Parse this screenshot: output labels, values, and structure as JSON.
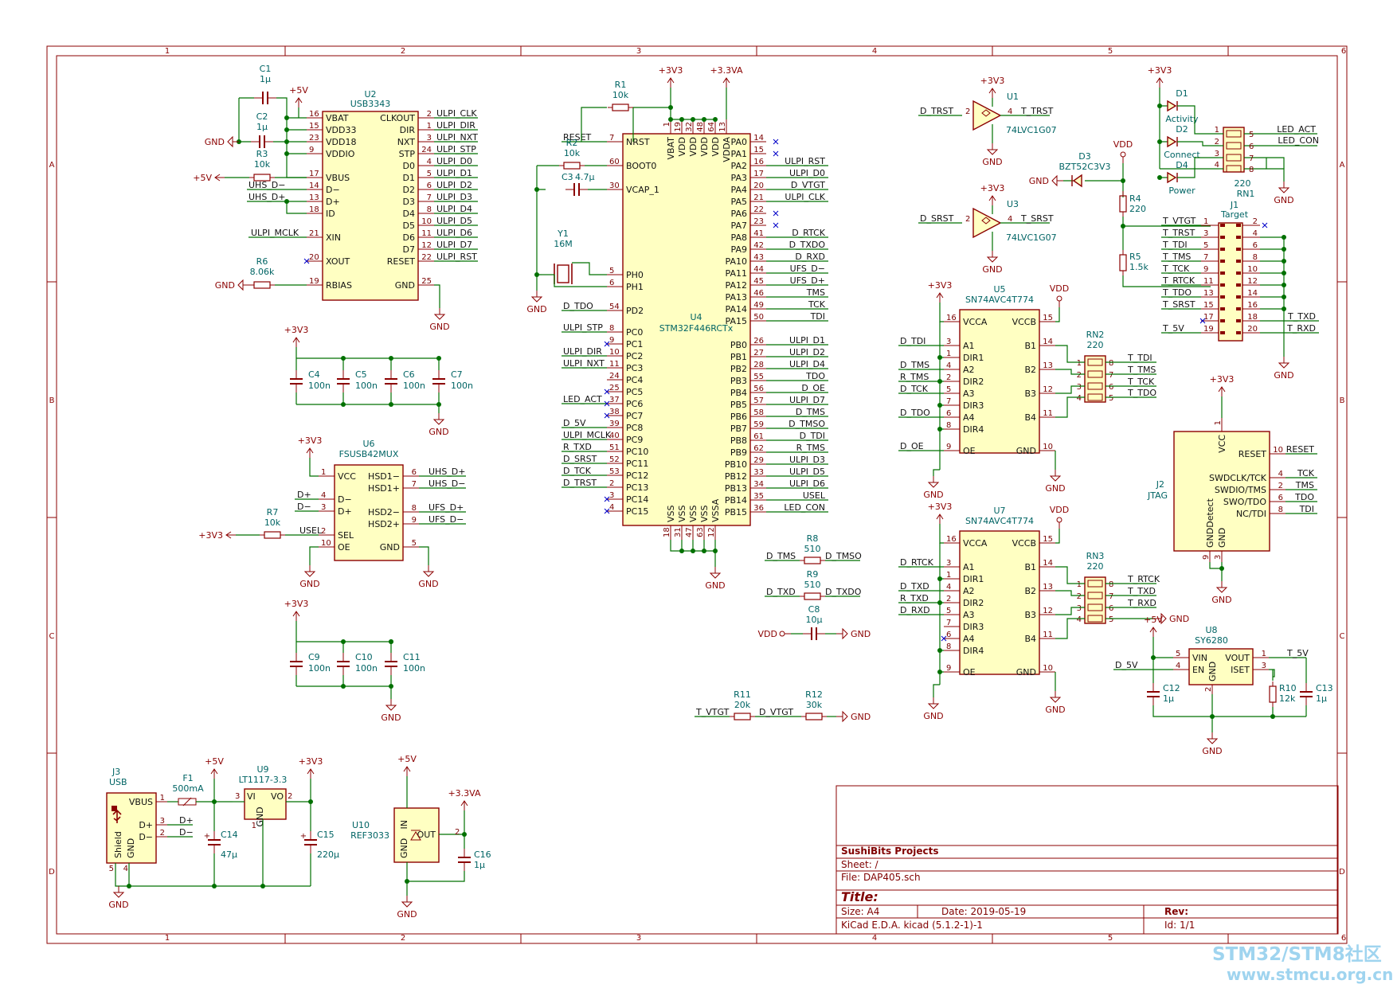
{
  "frame": {
    "cols": [
      "1",
      "2",
      "3",
      "4",
      "5",
      "6"
    ],
    "rows": [
      "A",
      "B",
      "C",
      "D"
    ]
  },
  "title_block": {
    "company": "SushiBits Projects",
    "sheet": "Sheet: /",
    "file": "File: DAP405.sch",
    "title": "Title:",
    "size": "Size: A4",
    "date": "Date: 2019-05-19",
    "tool": "KiCad E.D.A.  kicad (5.1.2-1)-1",
    "rev": "Rev:",
    "id": "Id: 1/1"
  },
  "watermark": {
    "line1": "STM32/STM8社区",
    "line2": "www.stmcu.org.cn"
  },
  "u2": {
    "ref": "U2",
    "value": "USB3343",
    "left_pins": [
      [
        "16",
        "VBAT"
      ],
      [
        "15",
        "VDD33"
      ],
      [
        "23",
        "VDD18"
      ],
      [
        "9",
        "VDDIO"
      ],
      [
        "17",
        "VBUS"
      ],
      [
        "14",
        "D−"
      ],
      [
        "13",
        "D+"
      ],
      [
        "18",
        "ID"
      ],
      [
        "21",
        "XIN"
      ],
      [
        "20",
        "XOUT"
      ],
      [
        "19",
        "RBIAS"
      ]
    ],
    "right_pins": [
      [
        "2",
        "CLKOUT"
      ],
      [
        "1",
        "DIR"
      ],
      [
        "3",
        "NXT"
      ],
      [
        "24",
        "STP"
      ],
      [
        "4",
        "D0"
      ],
      [
        "5",
        "D1"
      ],
      [
        "6",
        "D2"
      ],
      [
        "7",
        "D3"
      ],
      [
        "8",
        "D4"
      ],
      [
        "10",
        "D5"
      ],
      [
        "11",
        "D6"
      ],
      [
        "12",
        "D7"
      ],
      [
        "22",
        "RESET"
      ],
      [
        "25",
        "GND"
      ]
    ],
    "right_nets": [
      "ULPI_CLK",
      "ULPI_DIR",
      "ULPI_NXT",
      "ULPI_STP",
      "ULPI_D0",
      "ULPI_D1",
      "ULPI_D2",
      "ULPI_D3",
      "ULPI_D4",
      "ULPI_D5",
      "ULPI_D6",
      "ULPI_D7",
      "ULPI_RST"
    ],
    "left_nets": [
      "UHS_D−",
      "UHS_D+",
      "ULPI_MCLK"
    ]
  },
  "passives_top_left": {
    "c1": [
      "C1",
      "1µ"
    ],
    "c2": [
      "C2",
      "1µ"
    ],
    "r3": [
      "R3",
      "10k"
    ],
    "r6": [
      "R6",
      "8.06k"
    ]
  },
  "u4": {
    "ref": "U4",
    "value": "STM32F446RCTx",
    "top_pins": [
      [
        "1",
        "VBAT"
      ],
      [
        "19",
        "VDD"
      ],
      [
        "32",
        "VDD"
      ],
      [
        "48",
        "VDD"
      ],
      [
        "64",
        "VDD"
      ],
      [
        "13",
        "VDDA"
      ]
    ],
    "bottom_pins": [
      [
        "18",
        "VSS"
      ],
      [
        "31",
        "VSS"
      ],
      [
        "47",
        "VSS"
      ],
      [
        "63",
        "VSS"
      ],
      [
        "12",
        "VSSA"
      ]
    ],
    "left_pins": [
      [
        "7",
        "NRST"
      ],
      [
        "60",
        "BOOT0"
      ],
      [
        "30",
        "VCAP_1"
      ],
      [
        "5",
        "PH0"
      ],
      [
        "6",
        "PH1"
      ],
      [
        "54",
        "PD2"
      ],
      [
        "8",
        "PC0"
      ],
      [
        "9",
        "PC1"
      ],
      [
        "10",
        "PC2"
      ],
      [
        "11",
        "PC3"
      ],
      [
        "24",
        "PC4"
      ],
      [
        "25",
        "PC5"
      ],
      [
        "37",
        "PC6"
      ],
      [
        "38",
        "PC7"
      ],
      [
        "39",
        "PC8"
      ],
      [
        "40",
        "PC9"
      ],
      [
        "51",
        "PC10"
      ],
      [
        "52",
        "PC11"
      ],
      [
        "53",
        "PC12"
      ],
      [
        "2",
        "PC13"
      ],
      [
        "3",
        "PC14"
      ],
      [
        "4",
        "PC15"
      ]
    ],
    "right_pins": [
      [
        "14",
        "PA0"
      ],
      [
        "15",
        "PA1"
      ],
      [
        "16",
        "PA2"
      ],
      [
        "17",
        "PA3"
      ],
      [
        "20",
        "PA4"
      ],
      [
        "21",
        "PA5"
      ],
      [
        "22",
        "PA6"
      ],
      [
        "23",
        "PA7"
      ],
      [
        "41",
        "PA8"
      ],
      [
        "42",
        "PA9"
      ],
      [
        "43",
        "PA10"
      ],
      [
        "44",
        "PA11"
      ],
      [
        "45",
        "PA12"
      ],
      [
        "46",
        "PA13"
      ],
      [
        "49",
        "PA14"
      ],
      [
        "50",
        "PA15"
      ],
      [
        "26",
        "PB0"
      ],
      [
        "27",
        "PB1"
      ],
      [
        "28",
        "PB2"
      ],
      [
        "55",
        "PB3"
      ],
      [
        "56",
        "PB4"
      ],
      [
        "57",
        "PB5"
      ],
      [
        "58",
        "PB6"
      ],
      [
        "59",
        "PB7"
      ],
      [
        "61",
        "PB8"
      ],
      [
        "62",
        "PB9"
      ],
      [
        "29",
        "PB10"
      ],
      [
        "33",
        "PB12"
      ],
      [
        "34",
        "PB13"
      ],
      [
        "35",
        "PB14"
      ],
      [
        "36",
        "PB15"
      ]
    ],
    "right_nets": [
      "",
      "",
      "ULPI_RST",
      "ULPI_D0",
      "D_VTGT",
      "ULPI_CLK",
      "",
      "",
      "D_RTCK",
      "D_TXDO",
      "D_RXD",
      "UFS_D−",
      "UFS_D+",
      "TMS",
      "TCK",
      "TDI",
      "ULPI_D1",
      "ULPI_D2",
      "ULPI_D4",
      "TDO",
      "D_OE",
      "ULPI_D7",
      "D_TMS",
      "D_TMSO",
      "D_TDI",
      "R_TMS",
      "ULPI_D3",
      "ULPI_D5",
      "ULPI_D6",
      "USEL",
      "LED_CON"
    ],
    "left_nets": [
      "RESET",
      "",
      "",
      "",
      "",
      "D_TDO",
      "ULPI_STP",
      "",
      "ULPI_DIR",
      "ULPI_NXT",
      "",
      "",
      "LED_ACT",
      "",
      "D_5V",
      "ULPI_MCLK",
      "R_TXD",
      "D_SRST",
      "D_TCK",
      "D_TRST",
      "",
      ""
    ]
  },
  "passives_mcu": {
    "r1": [
      "R1",
      "10k"
    ],
    "r2": [
      "R2",
      "10k"
    ],
    "c3": [
      "C3",
      "4.7µ"
    ],
    "y1": [
      "Y1",
      "16M"
    ],
    "r8": [
      "R8",
      "510"
    ],
    "r9": [
      "R9",
      "510"
    ],
    "c8": [
      "C8",
      "10µ"
    ],
    "r11": [
      "R11",
      "20k"
    ],
    "r12": [
      "R12",
      "30k"
    ]
  },
  "nets_misc": {
    "r8_l": "D_TMS",
    "r8_r": "D_TMSO",
    "r9_l": "D_TXD",
    "r9_r": "D_TXDO",
    "vdd": "VDD",
    "gnd": "GND",
    "r11_l": "T_VTGT",
    "r11_r": "D_VTGT"
  },
  "decoupling1": [
    [
      "C4",
      "100n"
    ],
    [
      "C5",
      "100n"
    ],
    [
      "C6",
      "100n"
    ],
    [
      "C7",
      "100n"
    ]
  ],
  "decoupling2": [
    [
      "C9",
      "100n"
    ],
    [
      "C10",
      "100n"
    ],
    [
      "C11",
      "100n"
    ]
  ],
  "u6": {
    "ref": "U6",
    "value": "FSUSB42MUX",
    "left_pins": [
      [
        "1",
        "VCC"
      ],
      [
        "4",
        "D−"
      ],
      [
        "3",
        "D+"
      ],
      [
        "2",
        "SEL"
      ],
      [
        "10",
        "OE"
      ]
    ],
    "right_pins": [
      [
        "6",
        "HSD1−"
      ],
      [
        "7",
        "HSD1+"
      ],
      [
        "8",
        "HSD2−"
      ],
      [
        "9",
        "HSD2+"
      ],
      [
        "5",
        "GND"
      ]
    ],
    "nets": [
      "UHS_D+",
      "UHS_D−",
      "UFS_D+",
      "UFS_D−",
      "D+",
      "D−",
      "USEL"
    ],
    "r7": [
      "R7",
      "10k"
    ]
  },
  "power": {
    "p5v": "+5V",
    "p3v3": "+3V3",
    "p3v3a": "+3.3VA",
    "gnd": "GND",
    "vdd": "VDD"
  },
  "power_section": {
    "j3": [
      "J3",
      "USB"
    ],
    "j3_pins": [
      "VBUS",
      "D+",
      "D−",
      "Shield",
      "GND"
    ],
    "f1": [
      "F1",
      "500mA"
    ],
    "u9": [
      "U9",
      "LT1117-3.3"
    ],
    "u9_pins": [
      "VI",
      "VO",
      "GND"
    ],
    "c14": [
      "C14",
      "47µ"
    ],
    "c15": [
      "C15",
      "220µ"
    ],
    "u10": [
      "U10",
      "REF3033"
    ],
    "u10_pins": [
      "IN",
      "OUT",
      "GND"
    ],
    "c16": [
      "C16",
      "1µ"
    ]
  },
  "buffers": {
    "u1": [
      "U1",
      "74LVC1G07"
    ],
    "u3": [
      "U3",
      "74LVC1G07"
    ],
    "u1_in": "D_TRST",
    "u1_out": "T_TRST",
    "u3_in": "D_SRST",
    "u3_out": "T_SRST"
  },
  "u5": {
    "ref": "U5",
    "value": "SN74AVC4T774",
    "left_pins": [
      [
        "16",
        "VCCA"
      ],
      [
        "3",
        "A1"
      ],
      [
        "1",
        "DIR1"
      ],
      [
        "4",
        "A2"
      ],
      [
        "2",
        "DIR2"
      ],
      [
        "5",
        "A3"
      ],
      [
        "7",
        "DIR3"
      ],
      [
        "6",
        "A4"
      ],
      [
        "8",
        "DIR4"
      ],
      [
        "9",
        "OE"
      ]
    ],
    "right_pins": [
      [
        "15",
        "VCCB"
      ],
      [
        "14",
        "B1"
      ],
      [
        "13",
        "B2"
      ],
      [
        "12",
        "B3"
      ],
      [
        "11",
        "B4"
      ],
      [
        "10",
        "GND"
      ]
    ],
    "nets": [
      "D_TDI",
      "D_TMS",
      "R_TMS",
      "D_TCK",
      "D_TDO",
      "D_OE"
    ]
  },
  "u7": {
    "ref": "U7",
    "value": "SN74AVC4T774",
    "left_pins": [
      [
        "16",
        "VCCA"
      ],
      [
        "3",
        "A1"
      ],
      [
        "1",
        "DIR1"
      ],
      [
        "4",
        "A2"
      ],
      [
        "2",
        "DIR2"
      ],
      [
        "5",
        "A3"
      ],
      [
        "7",
        "DIR3"
      ],
      [
        "6",
        "A4"
      ],
      [
        "8",
        "DIR4"
      ],
      [
        "9",
        "OE"
      ]
    ],
    "right_pins": [
      [
        "15",
        "VCCB"
      ],
      [
        "14",
        "B1"
      ],
      [
        "13",
        "B2"
      ],
      [
        "12",
        "B3"
      ],
      [
        "11",
        "B4"
      ],
      [
        "10",
        "GND"
      ]
    ],
    "nets": [
      "D_RTCK",
      "D_TXD",
      "R_TXD",
      "D_RXD"
    ]
  },
  "rn2": {
    "ref": "RN2",
    "value": "220",
    "nets": [
      "T_TDI",
      "T_TMS",
      "T_TCK",
      "T_TDO"
    ]
  },
  "rn3": {
    "ref": "RN3",
    "value": "220",
    "nets": [
      "T_RTCK",
      "T_TXD",
      "T_RXD"
    ]
  },
  "leds": {
    "d1": [
      "D1",
      "Activity"
    ],
    "d2": [
      "D2",
      "Connect"
    ],
    "d4": [
      "D4",
      "Power"
    ],
    "rn1": [
      "RN1",
      "220"
    ],
    "nets": [
      "LED_ACT",
      "LED_CON"
    ],
    "pins_l": [
      "1",
      "2",
      "3",
      "4"
    ],
    "pins_r": [
      "5",
      "6",
      "7",
      "8"
    ]
  },
  "d3": [
    "D3",
    "BZT52C3V3"
  ],
  "r4": [
    "R4",
    "220"
  ],
  "r5": [
    "R5",
    "1.5k"
  ],
  "j1": {
    "ref": "J1",
    "value": "Target",
    "left": [
      [
        "1",
        "T_VTGT"
      ],
      [
        "3",
        "T_TRST"
      ],
      [
        "5",
        "T_TDI"
      ],
      [
        "7",
        "T_TMS"
      ],
      [
        "9",
        "T_TCK"
      ],
      [
        "11",
        "T_RTCK"
      ],
      [
        "13",
        "T_TDO"
      ],
      [
        "15",
        "T_SRST"
      ],
      [
        "17",
        ""
      ],
      [
        "19",
        "T_5V"
      ]
    ],
    "right": [
      [
        "2",
        ""
      ],
      [
        "4",
        ""
      ],
      [
        "6",
        ""
      ],
      [
        "8",
        ""
      ],
      [
        "10",
        ""
      ],
      [
        "12",
        ""
      ],
      [
        "14",
        ""
      ],
      [
        "16",
        ""
      ],
      [
        "18",
        "T_TXD"
      ],
      [
        "20",
        "T_RXD"
      ]
    ]
  },
  "j2": {
    "ref": "J2",
    "value": "JTAG",
    "pins": [
      [
        "10",
        "RESET",
        "RESET"
      ],
      [
        "4",
        "SWDCLK/TCK",
        "TCK"
      ],
      [
        "2",
        "SWDIO/TMS",
        "TMS"
      ],
      [
        "6",
        "SWO/TDO",
        "TDO"
      ],
      [
        "8",
        "NC/TDI",
        "TDI"
      ]
    ],
    "vcc": [
      "1",
      "VCC"
    ],
    "bottom": [
      [
        "9",
        "GNDDetect"
      ],
      [
        "3",
        "GND"
      ]
    ]
  },
  "u8": {
    "ref": "U8",
    "value": "SY6280",
    "left": [
      [
        "5",
        "VIN"
      ],
      [
        "4",
        "EN"
      ]
    ],
    "right": [
      [
        "1",
        "VOUT"
      ],
      [
        "3",
        "ISET"
      ]
    ],
    "gnd": [
      "2",
      "GND"
    ],
    "en_net": "D_5V",
    "out_net": "T_5V",
    "c12": [
      "C12",
      "1µ"
    ],
    "r10": [
      "R10",
      "12k"
    ],
    "c13": [
      "C13",
      "1µ"
    ]
  }
}
